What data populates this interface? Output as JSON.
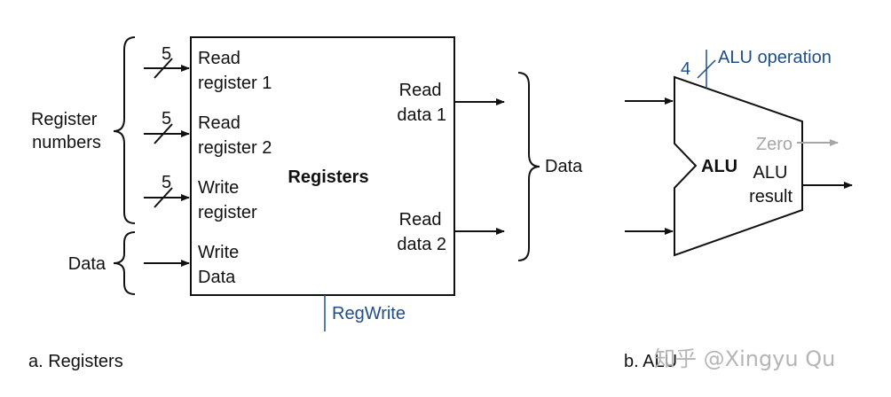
{
  "registers": {
    "block_title": "Registers",
    "inputs": {
      "read1": [
        "Read",
        "register 1"
      ],
      "read2": [
        "Read",
        "register 2"
      ],
      "write_reg": [
        "Write",
        "register"
      ],
      "write_data": [
        "Write",
        "Data"
      ]
    },
    "bus_width_1": "5",
    "bus_width_2": "5",
    "bus_width_3": "5",
    "outputs": {
      "data1": [
        "Read",
        "data 1"
      ],
      "data2": [
        "Read",
        "data 2"
      ]
    },
    "group_register_numbers": [
      "Register",
      "numbers"
    ],
    "group_data_in": "Data",
    "group_data_out": "Data",
    "control": "RegWrite",
    "caption": "a. Registers"
  },
  "alu": {
    "block_title": "ALU",
    "op_width": "4",
    "op_label": "ALU operation",
    "zero": "Zero",
    "result": [
      "ALU",
      "result"
    ],
    "caption": "b. ALU"
  },
  "watermark": "知乎 @Xingyu Qu",
  "colors": {
    "control_blue": "#1f4e8c",
    "zero_gray": "#a6a6a6",
    "line": "#111111"
  }
}
